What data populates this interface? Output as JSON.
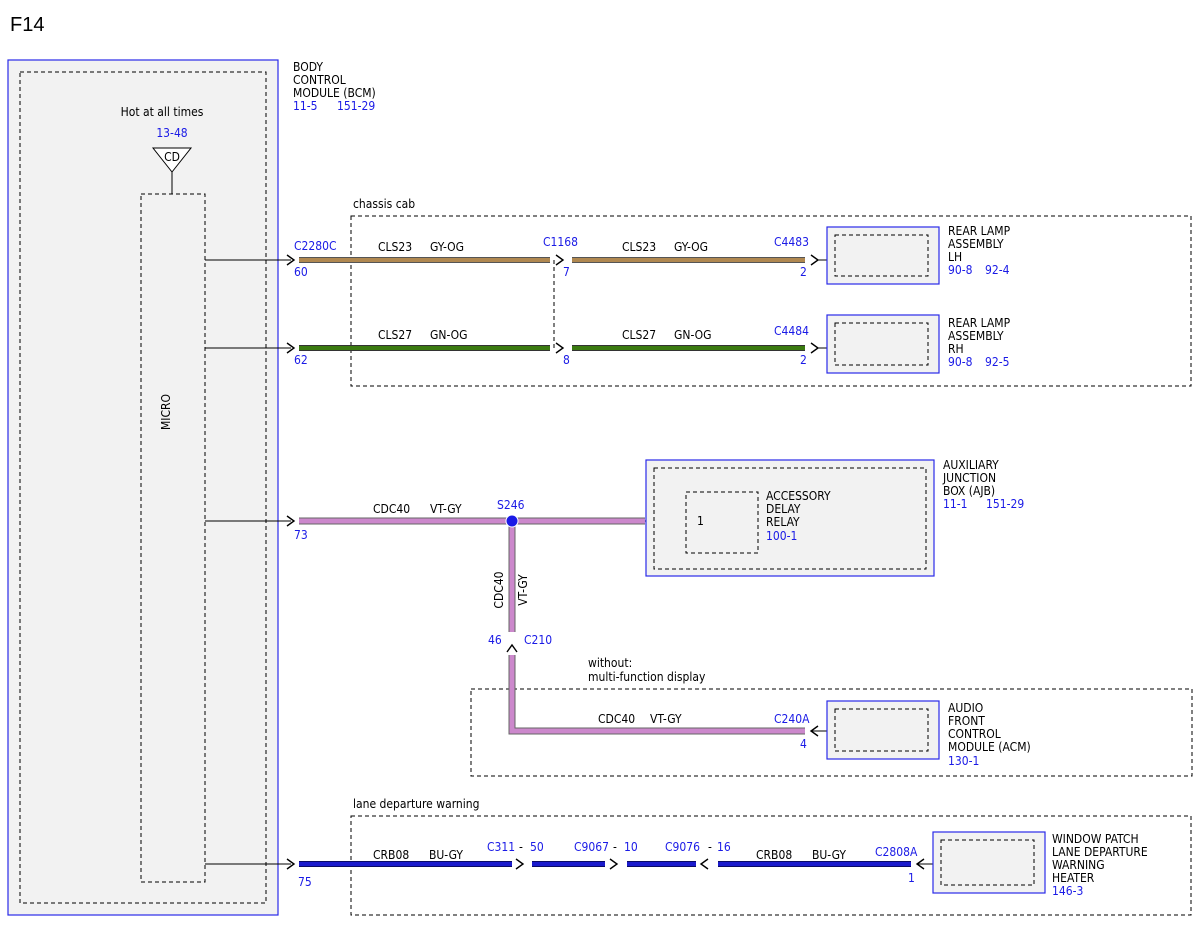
{
  "page_id": "F14",
  "colors": {
    "module_border": "#2a2ae8",
    "module_fill": "#f2f2f2",
    "ref_text": "#1a1ae6",
    "wire_gy_og": "#b08850",
    "wire_gn_og": "#3a7a10",
    "wire_vt_gy": "#cc88cc",
    "wire_bu_gy": "#1a1acc"
  },
  "bcm": {
    "name_lines": [
      "BODY",
      "CONTROL",
      "MODULE (BCM)"
    ],
    "refs": [
      "11-5",
      "151-29"
    ],
    "power_label": "Hot at all times",
    "power_ref": "13-48",
    "fuse_label": "CD",
    "micro_label": "MICRO"
  },
  "options": {
    "chassis_cab": "chassis cab",
    "without_mfd_lines": [
      "without:",
      "multi-function display"
    ],
    "lane_departure": "lane departure warning"
  },
  "pins": {
    "p60": "60",
    "p62": "62",
    "p73": "73",
    "p75": "75",
    "c1168_7": "7",
    "c1168_8": "8",
    "c4483_2": "2",
    "c4484_2": "2",
    "c210_46": "46",
    "c240a_4": "4",
    "c2808a_1": "1",
    "ajb_1": "1"
  },
  "connectors": {
    "c2280c": "C2280C",
    "c1168": "C1168",
    "c4483": "C4483",
    "c4484": "C4484",
    "s246": "S246",
    "c210": "C210",
    "c240a": "C240A",
    "c311": "C311",
    "c311_pin": "50",
    "c9067": "C9067",
    "c9067_pin": "10",
    "c9076": "C9076",
    "c9076_pin": "16",
    "c2808a": "C2808A",
    "dash": "-"
  },
  "circuits": {
    "cls23": "CLS23",
    "gy_og": "GY-OG",
    "cls27": "CLS27",
    "gn_og": "GN-OG",
    "cdc40": "CDC40",
    "vt_gy": "VT-GY",
    "crb08": "CRB08",
    "bu_gy": "BU-GY"
  },
  "components": {
    "rear_lh": {
      "lines": [
        "REAR LAMP",
        "ASSEMBLY",
        "LH"
      ],
      "refs": [
        "90-8",
        "92-4"
      ]
    },
    "rear_rh": {
      "lines": [
        "REAR LAMP",
        "ASSEMBLY",
        "RH"
      ],
      "refs": [
        "90-8",
        "92-5"
      ]
    },
    "ajb": {
      "lines": [
        "AUXILIARY",
        "JUNCTION",
        "BOX (AJB)"
      ],
      "refs": [
        "11-1",
        "151-29"
      ]
    },
    "relay": {
      "lines": [
        "ACCESSORY",
        "DELAY",
        "RELAY"
      ],
      "ref": "100-1"
    },
    "acm": {
      "lines": [
        "AUDIO",
        "FRONT",
        "CONTROL",
        "MODULE (ACM)"
      ],
      "ref": "130-1"
    },
    "heater": {
      "lines": [
        "WINDOW PATCH",
        "LANE DEPARTURE",
        "WARNING",
        "HEATER"
      ],
      "ref": "146-3"
    }
  }
}
